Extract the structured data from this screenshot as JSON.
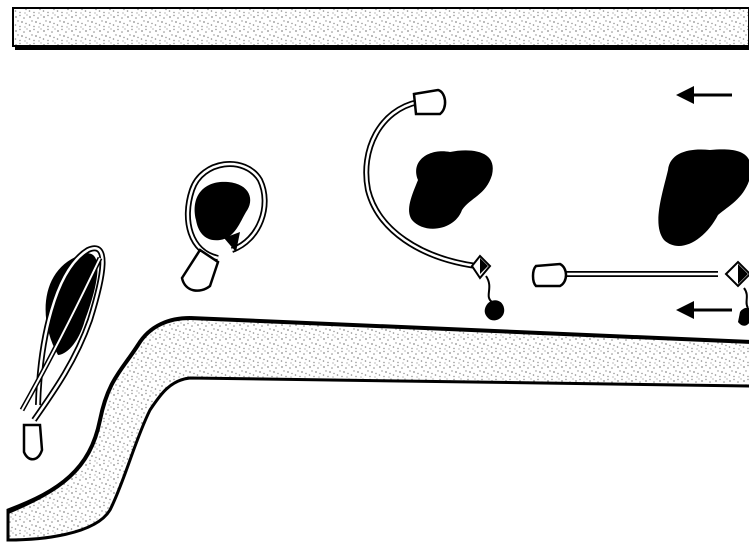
{
  "diagram": {
    "texture_colors": {
      "background": "#ffffff",
      "speckle": "#8c8c8c",
      "outline": "#000000",
      "mass": "#000000"
    },
    "stages": [
      {
        "id": "stage-1",
        "description_icon": "looped-retrieval-device-encircling-mass"
      },
      {
        "id": "stage-2",
        "description_icon": "round-loop-capturing-mass"
      },
      {
        "id": "stage-3",
        "description_icon": "curved-catheter-with-capsule-beside-mass"
      },
      {
        "id": "stage-4",
        "description_icon": "straight-catheter-approaching-mass"
      }
    ],
    "arrows": [
      {
        "id": "arrow-top",
        "direction": "left"
      },
      {
        "id": "arrow-bottom",
        "direction": "left"
      }
    ]
  }
}
